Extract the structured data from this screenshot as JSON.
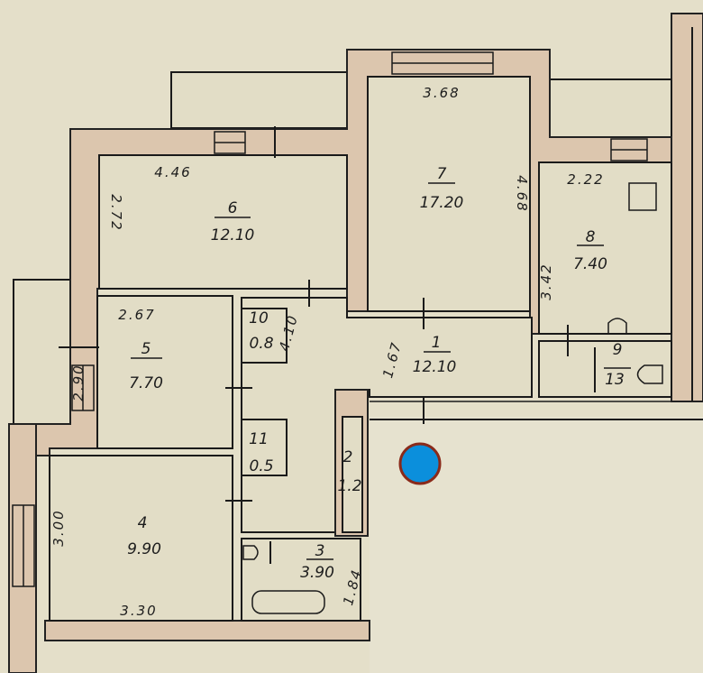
{
  "rooms": [
    {
      "number": "1",
      "area": "12.10"
    },
    {
      "number": "2",
      "area": "1.2"
    },
    {
      "number": "3",
      "area": "3.90"
    },
    {
      "number": "4",
      "area": "9.90"
    },
    {
      "number": "5",
      "area": "7.70"
    },
    {
      "number": "6",
      "area": "12.10"
    },
    {
      "number": "7",
      "area": "17.20"
    },
    {
      "number": "8",
      "area": "7.40"
    },
    {
      "number": "9",
      "area": "13"
    },
    {
      "number": "10",
      "area": "0.8"
    },
    {
      "number": "11",
      "area": "0.5"
    }
  ],
  "dimensions": {
    "room7_width": "3.68",
    "room7_length": "4.68",
    "room6_width": "4.46",
    "room6_length": "2.72",
    "room8_width": "2.22",
    "room8_length": "3.42",
    "room5_width": "2.67",
    "room5_length": "2.90",
    "room4_width": "3.30",
    "room4_length": "3.00",
    "corridor_length": "4.10",
    "room1_length": "1.67",
    "room3_length": "1.84"
  },
  "marker": {
    "color": "#0b8fdc"
  }
}
